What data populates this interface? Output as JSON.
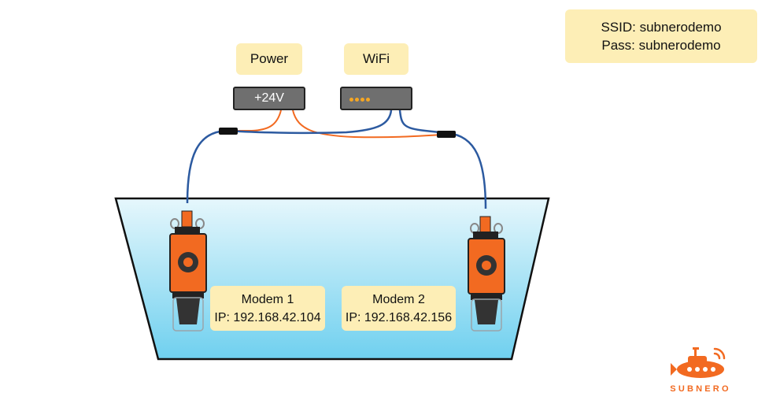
{
  "power": {
    "label": "Power",
    "voltage": "+24V"
  },
  "wifi": {
    "label": "WiFi"
  },
  "credentials": {
    "ssid": "SSID: subnerodemo",
    "pass": "Pass: subnerodemo"
  },
  "modem1": {
    "name": "Modem 1",
    "ip": "IP: 192.168.42.104"
  },
  "modem2": {
    "name": "Modem 2",
    "ip": "IP: 192.168.42.156"
  },
  "logo": {
    "text": "SUBNERO"
  },
  "colors": {
    "label_bg": "#fdeeb6",
    "orange": "#f26a21",
    "cable_blue": "#2c5aa0",
    "water": "#bfe8f5"
  }
}
